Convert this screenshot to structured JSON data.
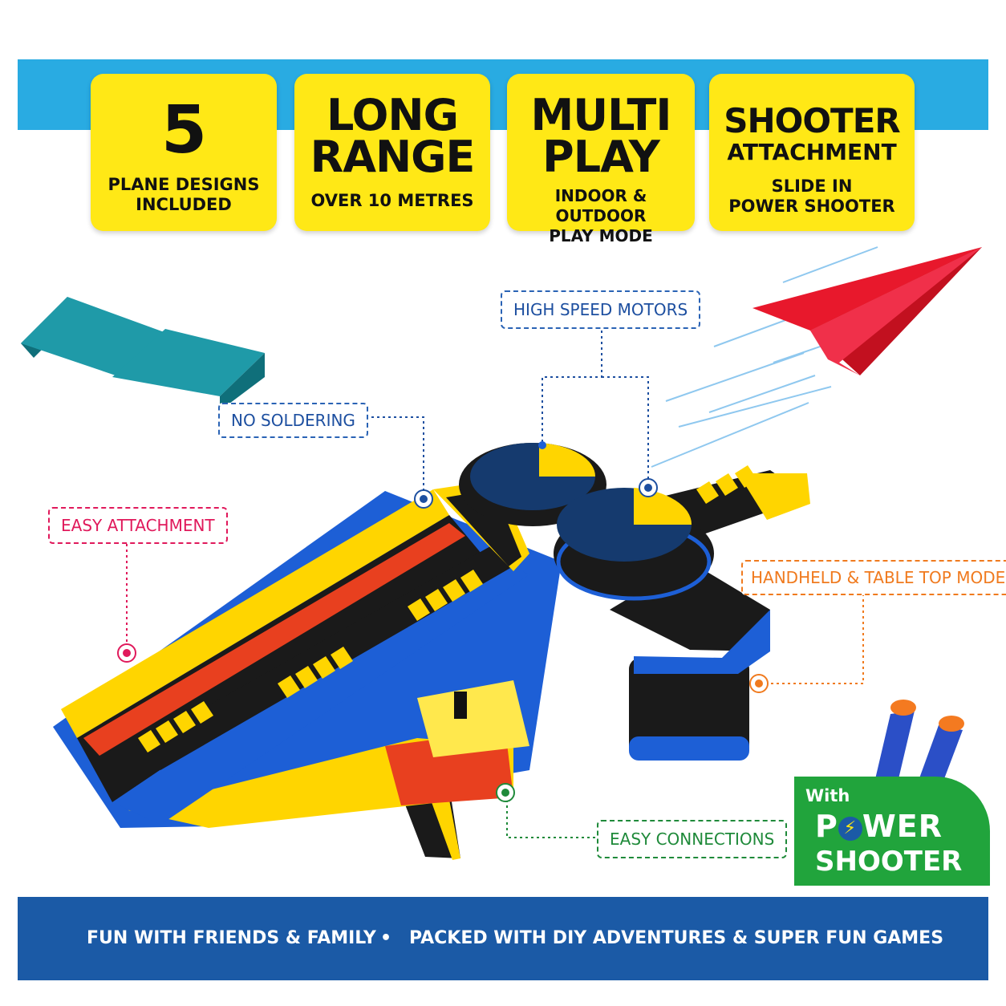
{
  "cards": [
    {
      "big": [
        "5"
      ],
      "small": [
        "PLANE DESIGNS",
        "INCLUDED"
      ]
    },
    {
      "big": [
        "LONG",
        "RANGE"
      ],
      "small": [
        "OVER 10 METRES"
      ]
    },
    {
      "big": [
        "MULTI",
        "PLAY"
      ],
      "small": [
        "INDOOR & OUTDOOR",
        "PLAY MODE"
      ]
    },
    {
      "big": [
        "SHOOTER",
        "ATTACHMENT"
      ],
      "small": [
        "SLIDE IN",
        "POWER SHOOTER"
      ]
    }
  ],
  "labels": {
    "high_speed_motors": "HIGH SPEED MOTORS",
    "no_soldering": "NO SOLDERING",
    "easy_attachment": "EASY ATTACHMENT",
    "handheld": "HANDHELD & TABLE TOP MODE",
    "easy_connections": "EASY CONNECTIONS"
  },
  "badge": {
    "with": "With",
    "power_a": "P",
    "power_b": "WER",
    "shooter": "SHOOTER"
  },
  "footer": {
    "left": "FUN WITH FRIENDS & FAMILY",
    "bullet": "•",
    "right": "PACKED WITH DIY ADVENTURES & SUPER FUN GAMES"
  },
  "colors": {
    "sky_blue": "#29abe2",
    "yellow": "#ffe816",
    "navy": "#1b5aa6",
    "green": "#21a43c",
    "red": "#e8182c"
  }
}
